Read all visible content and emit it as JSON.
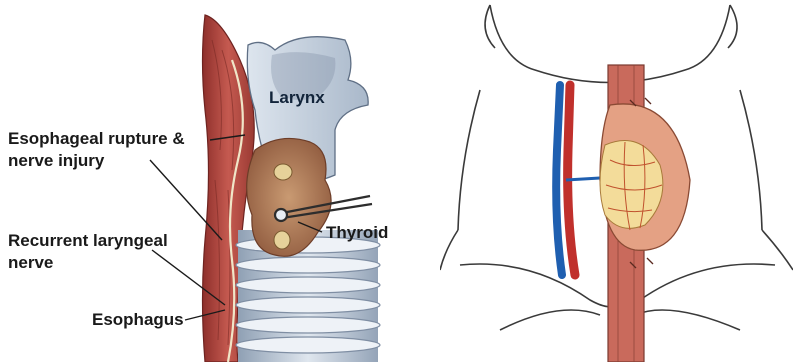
{
  "labels": {
    "larynx": "Larynx",
    "esophageal_rupture_line1": "Esophageal rupture &",
    "esophageal_rupture_line2": "nerve injury",
    "recurrent_nerve_line1": "Recurrent laryngeal",
    "recurrent_nerve_line2": "nerve",
    "thyroid": "Thyroid",
    "esophagus": "Esophagus"
  },
  "colors": {
    "muscle": "#b5504a",
    "esophagus": "#c96a5c",
    "thyroid": "#d99a82",
    "cartilage": "#c9d3e0",
    "trachea": "#b9c6d6",
    "artery": "#c0302c",
    "vein": "#1f5fb0",
    "tumor_vessels": "#e8c86a"
  },
  "icons": {
    "retractor": "forceps-icon",
    "neck_outline": "neck-outline-icon"
  }
}
